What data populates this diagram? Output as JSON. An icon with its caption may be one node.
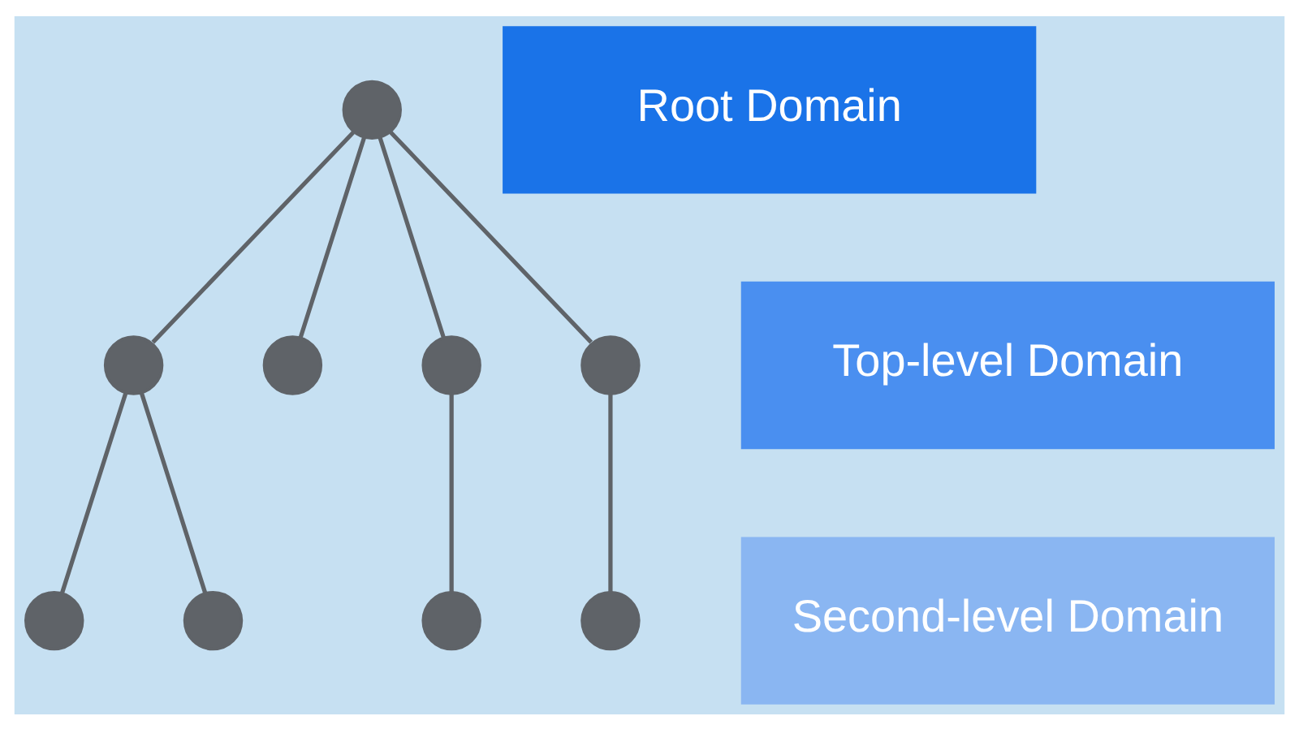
{
  "diagram": {
    "nodes": [
      {
        "text": [],
        "shape": "circle"
      },
      {
        "text": [],
        "shape": "circle"
      },
      {
        "text": [],
        "shape": "circle"
      },
      {
        "text": [],
        "shape": "circle"
      },
      {
        "text": [],
        "shape": "circle"
      },
      {
        "text": [],
        "shape": "circle"
      },
      {
        "text": [],
        "shape": "circle"
      },
      {
        "text": [],
        "shape": "circle"
      },
      {
        "text": [],
        "shape": "circle"
      },
      {
        "text": [
          "Root Domain"
        ]
      },
      {
        "text": [
          "Top-level Domain"
        ]
      },
      {
        "text": [
          "Second-level Domain"
        ]
      }
    ],
    "edges": [
      {
        "from": 0,
        "to": 1,
        "arrow": "none"
      },
      {
        "from": 0,
        "to": 2,
        "arrow": "none"
      },
      {
        "from": 0,
        "to": 3,
        "arrow": "none"
      },
      {
        "from": 0,
        "to": 4,
        "arrow": "none"
      },
      {
        "from": 1,
        "to": 5,
        "arrow": "none"
      },
      {
        "from": 1,
        "to": 6,
        "arrow": "none"
      },
      {
        "from": 3,
        "to": 7,
        "arrow": "none"
      },
      {
        "from": 4,
        "to": 8,
        "arrow": "none"
      }
    ]
  }
}
